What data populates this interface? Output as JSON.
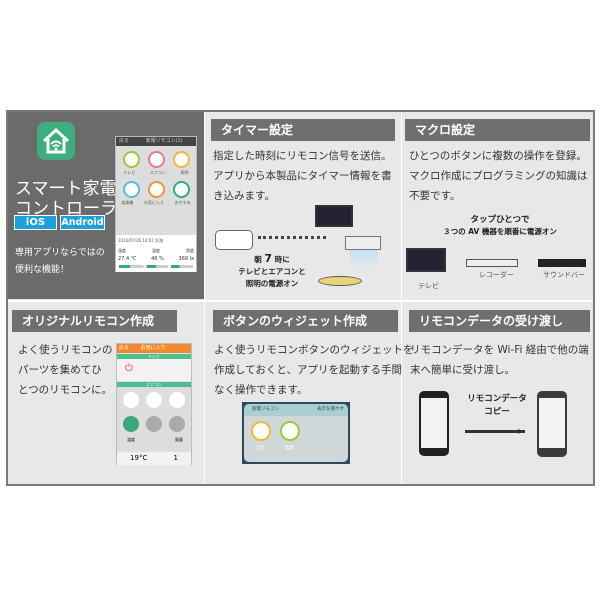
{
  "app": {
    "title_line1": "スマート家電",
    "title_line2": "コントローラ",
    "ios": "iOS",
    "android": "Android",
    "desc_line1": "専用アプリならではの",
    "desc_line2": "便利な機能！",
    "phone": {
      "back": "戻る",
      "title": "家電リモコン(1)",
      "devices": [
        "テレビ",
        "エアコン",
        "照明",
        "扇風機",
        "お気に入り",
        "おやすみ"
      ],
      "timestamp": "2016/07/26 14:07 計測",
      "sensors": [
        {
          "label": "温度",
          "value": "27.4 ℃"
        },
        {
          "label": "湿度",
          "value": "46 %"
        },
        {
          "label": "照度",
          "value": "369 lx"
        }
      ]
    }
  },
  "timer": {
    "title": "タイマー設定",
    "text": [
      "指定した時刻にリモコン信号を送信。",
      "アプリから本製品にタイマー情報を書",
      "き込みます。"
    ],
    "caption_pre": "朝",
    "caption_hour": "7",
    "caption_post": "時に",
    "caption2": "テレビとエアコンと",
    "caption3": "照明の電源オン"
  },
  "macro": {
    "title": "マクロ設定",
    "text": [
      "ひとつのボタンに複数の操作を登録。",
      "マクロ作成にプログラミングの知識は",
      "不要です。"
    ],
    "caption1": "タップひとつで",
    "caption2": "３つの AV 機器を順番に電源オン",
    "devices": [
      "テレビ",
      "レコーダー",
      "サウンドバー"
    ]
  },
  "original": {
    "title": "オリジナルリモコン作成",
    "text": [
      "よく使うリモコンの",
      "パーツを集めてひ",
      "とつのリモコンに。"
    ],
    "phone": {
      "back": "戻る",
      "title": "お気に入り",
      "sec1": "テレビ",
      "sec2": "エアコン",
      "temp": "19°C",
      "fan": "1",
      "labels": [
        "温度",
        "風量"
      ]
    }
  },
  "widget": {
    "title": "ボタンのウィジェット作成",
    "text": [
      "よく使うリモコンボタンのウィジェットを",
      "作成しておくと、アプリを起動する手間",
      "なく操作できます。"
    ],
    "widget_title": "家電リモコン",
    "widget_more": "表示を増やす",
    "buttons": [
      "全灯",
      "電源"
    ]
  },
  "transfer": {
    "title": "リモコンデータの受け渡し",
    "text": [
      "リモコンデータを Wi-Fi 経由で他の端",
      "末へ簡単に受け渡し。"
    ],
    "caption1": "リモコンデータ",
    "caption2": "コピー"
  }
}
